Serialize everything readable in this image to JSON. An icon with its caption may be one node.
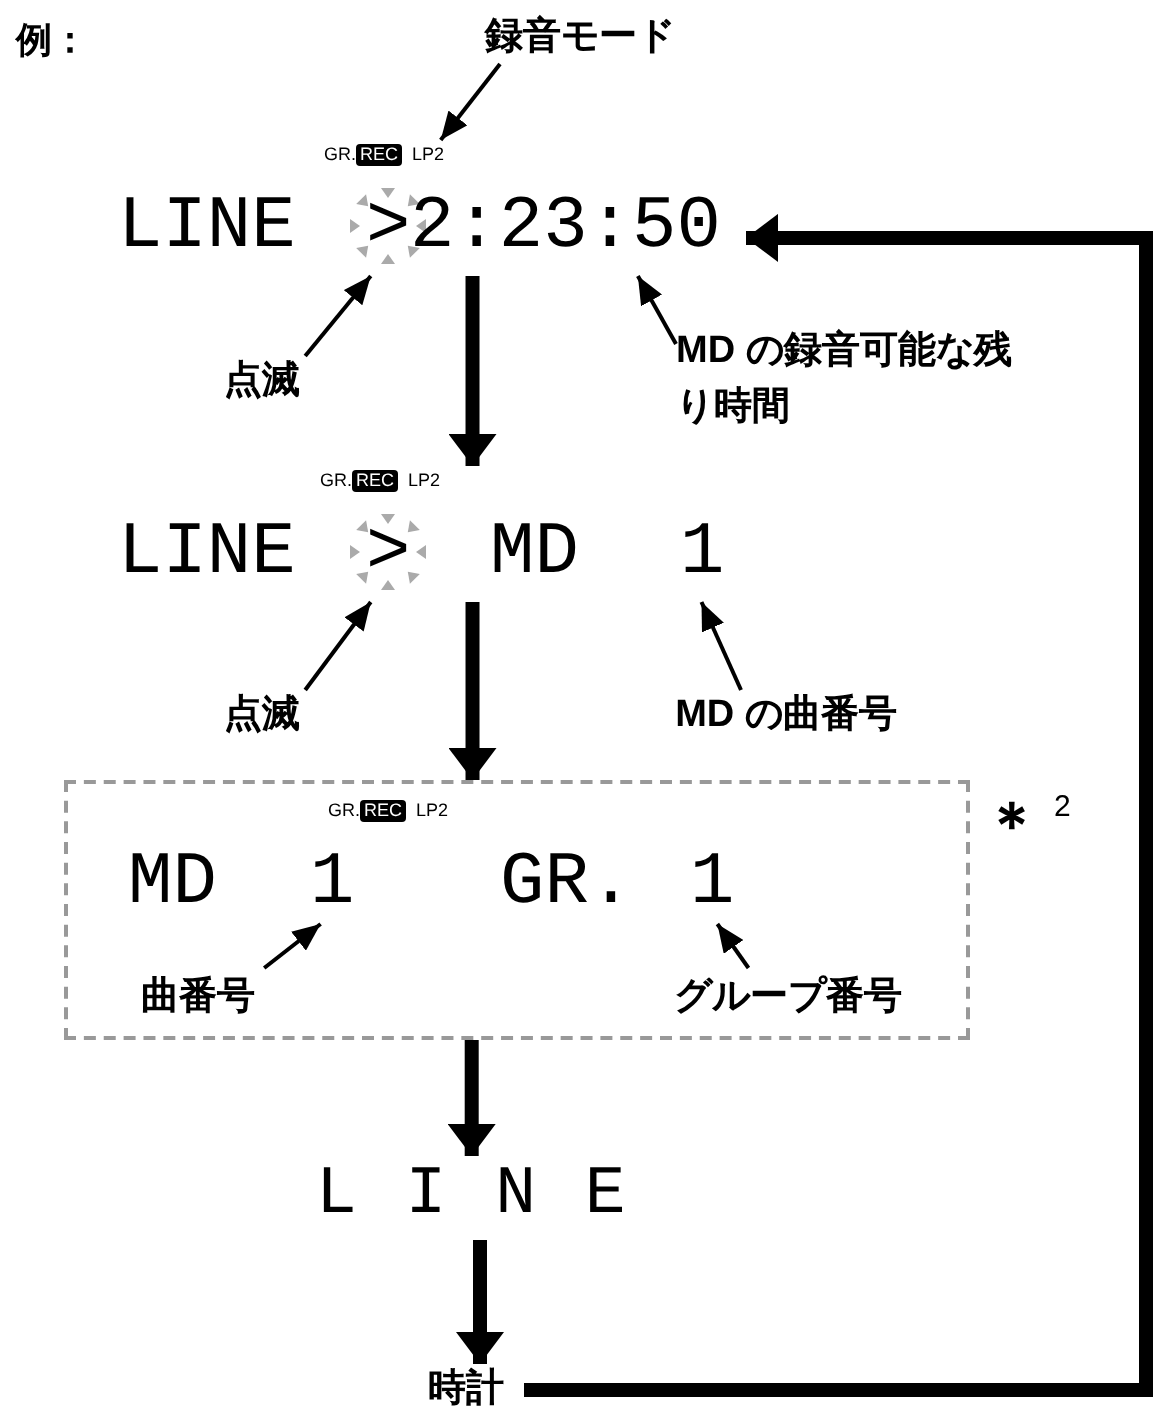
{
  "diagram": {
    "nodes": [
      {
        "text": [
          "録音モード"
        ]
      },
      {
        "text": [
          "GR.",
          "REC",
          "LP2",
          "LINE",
          ">",
          "2:23:50"
        ]
      },
      {
        "text": [
          "点滅"
        ]
      },
      {
        "text": [
          "MD の録音可能な残り時間"
        ]
      },
      {
        "text": [
          "GR.",
          "REC",
          "LP2",
          "LINE",
          ">",
          "MD",
          "1"
        ]
      },
      {
        "text": [
          "点滅"
        ]
      },
      {
        "text": [
          "MD の曲番号"
        ]
      },
      {
        "text": [],
        "shape": "box",
        "beside": [
          "＊$^{2}$"
        ]
      },
      {
        "text": [
          "GR.",
          "REC",
          "LP2",
          "MD",
          "1",
          "GR.",
          "1"
        ],
        "in": 7
      },
      {
        "text": [
          "曲番号"
        ],
        "in": 7
      },
      {
        "text": [
          "グループ番号"
        ],
        "in": 7
      },
      {
        "text": [
          "L I N E"
        ]
      },
      {
        "text": [
          "時計"
        ]
      }
    ],
    "edges": [
      {
        "from": 0,
        "to": 1,
        "arrow": "to"
      },
      {
        "from": 2,
        "to": 1,
        "arrow": "to"
      },
      {
        "from": 3,
        "to": 1,
        "arrow": "to"
      },
      {
        "from": 1,
        "to": 4,
        "arrow": "to",
        "style": "thick"
      },
      {
        "from": 5,
        "to": 4,
        "arrow": "to"
      },
      {
        "from": 6,
        "to": 4,
        "arrow": "to"
      },
      {
        "from": 4,
        "to": 7,
        "arrow": "to",
        "style": "thick"
      },
      {
        "from": 9,
        "to": 8,
        "arrow": "to"
      },
      {
        "from": 10,
        "to": 8,
        "arrow": "to"
      },
      {
        "from": 7,
        "to": 11,
        "arrow": "to",
        "style": "thick"
      },
      {
        "from": 11,
        "to": 12,
        "arrow": "to",
        "style": "thick"
      },
      {
        "from": 12,
        "to": 1,
        "arrow": "to",
        "style": "thick"
      }
    ],
    "labels": [
      "例："
    ]
  }
}
